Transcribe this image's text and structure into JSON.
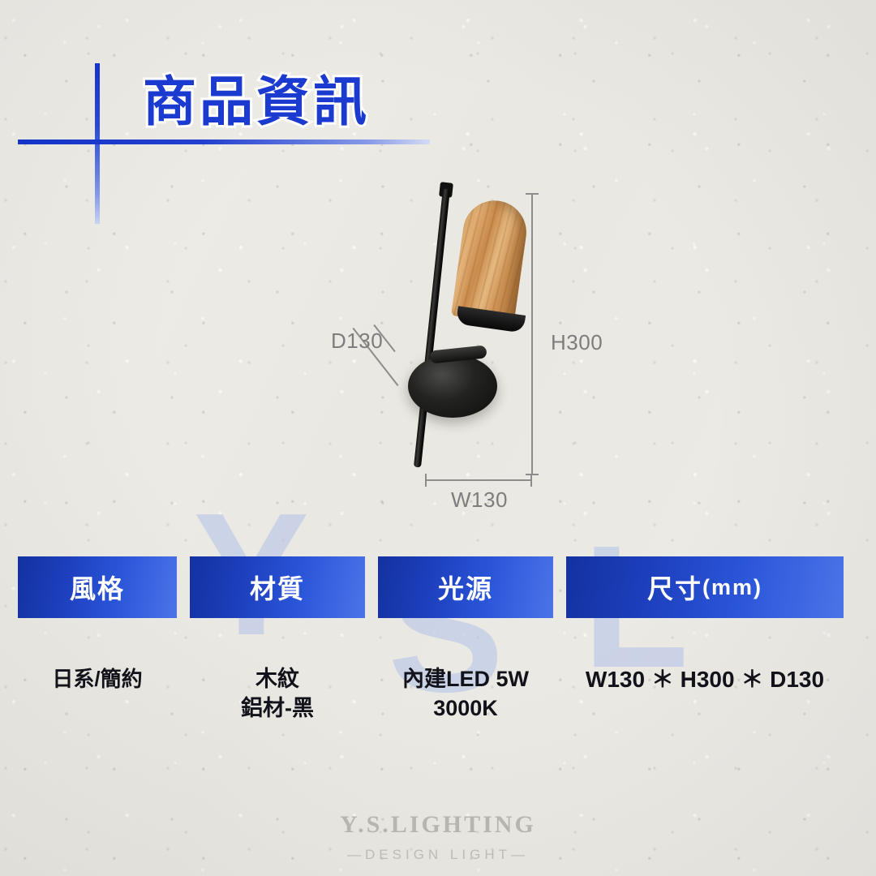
{
  "header": {
    "title": "商品資訊"
  },
  "watermark": {
    "letters": [
      "Y",
      "S",
      "L"
    ]
  },
  "product_diagram": {
    "depth_label": "D130",
    "height_label": "H300",
    "width_label": "W130"
  },
  "specs": {
    "columns": [
      {
        "heading": "風格",
        "heading_unit": "",
        "value": "日系/簡約"
      },
      {
        "heading": "材質",
        "heading_unit": "",
        "value": "木紋\n鋁材-黑"
      },
      {
        "heading": "光源",
        "heading_unit": "",
        "value": "內建LED 5W\n3000K"
      },
      {
        "heading": "尺寸",
        "heading_unit": "(mm)",
        "value": "W130 ＊ H300 ＊ D130"
      }
    ]
  },
  "footer": {
    "brand": "Y.S.LIGHTING",
    "tagline": "—DESIGN LIGHT—"
  },
  "colors": {
    "accent_blue": "#1b3ad0",
    "header_gradient_start": "#14319f",
    "header_gradient_end": "#4b74e8",
    "paper": "#eceae4",
    "watermark": "#b9c6e8"
  }
}
